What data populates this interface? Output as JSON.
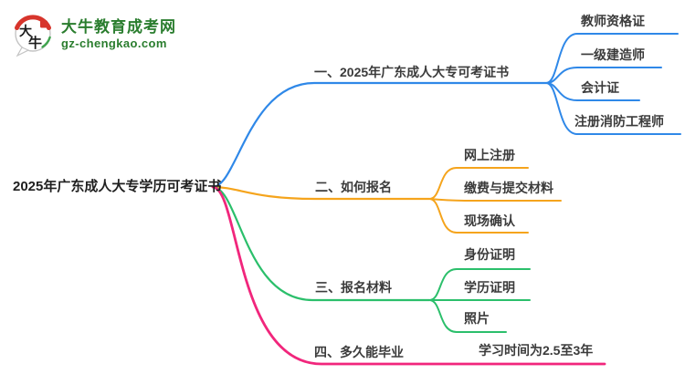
{
  "logo": {
    "icon_char_top": "大",
    "icon_char_bottom": "牛",
    "site_name": "大牛教育成考网",
    "site_domain": "gz-chengkao.com"
  },
  "colors": {
    "branch1_blue": "#2f88e8",
    "branch2_orange": "#f5a41c",
    "branch3_green": "#2bbf6b",
    "branch4_pink": "#f1267c",
    "logo_green": "#2a7d2e",
    "logo_red": "#d7352c",
    "node_text": "#3b3b3b"
  },
  "mindmap": {
    "root_label": "2025年广东成人大专学历可考证书",
    "branches": [
      {
        "label": "一、2025年广东成人大专可考证书",
        "color": "#2f88e8",
        "children": [
          "教师资格证",
          "一级建造师",
          "会计证",
          "注册消防工程师"
        ]
      },
      {
        "label": "二、如何报名",
        "color": "#f5a41c",
        "children": [
          "网上注册",
          "缴费与提交材料",
          "现场确认"
        ]
      },
      {
        "label": "三、报名材料",
        "color": "#2bbf6b",
        "children": [
          "身份证明",
          "学历证明",
          "照片"
        ]
      },
      {
        "label": "四、多久能毕业",
        "color": "#f1267c",
        "children": [
          "学习时间为2.5至3年"
        ]
      }
    ]
  }
}
